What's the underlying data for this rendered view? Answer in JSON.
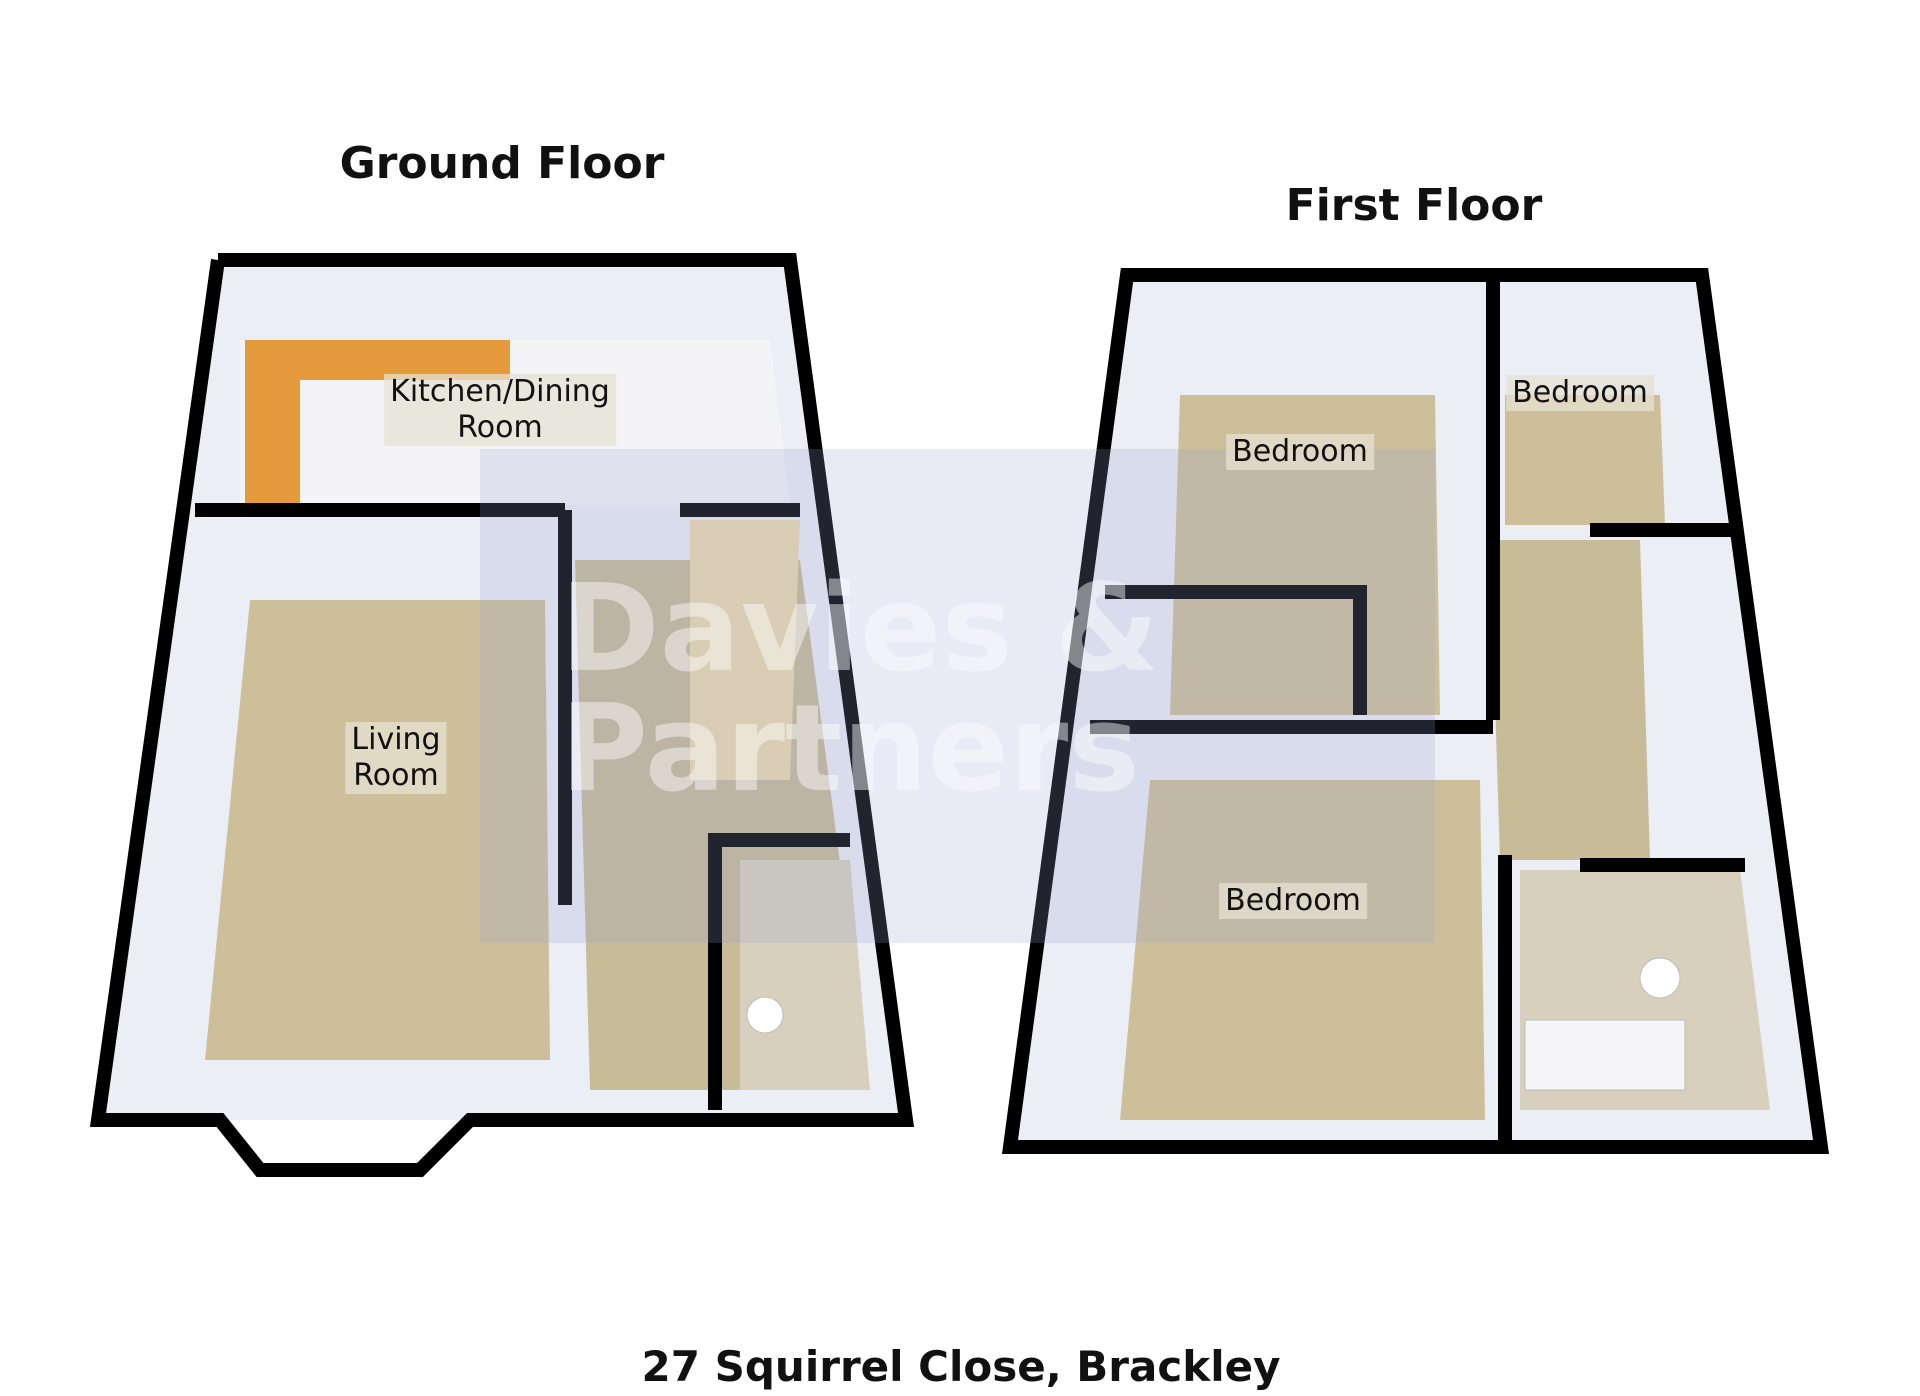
{
  "ground_floor": {
    "title": "Ground Floor",
    "rooms": [
      {
        "label_line1": "Kitchen/Dining",
        "label_line2": "Room"
      },
      {
        "label_line1": "Living",
        "label_line2": "Room"
      }
    ]
  },
  "first_floor": {
    "title": "First Floor",
    "rooms": [
      {
        "label": "Bedroom"
      },
      {
        "label": "Bedroom"
      },
      {
        "label": "Bedroom"
      }
    ]
  },
  "watermark": {
    "line1": "Davies &",
    "line2": "Partners"
  },
  "address": "27 Squirrel Close, Brackley",
  "colors": {
    "wall": "#000000",
    "carpet": "#cdbf9a",
    "kitchen_counter": "#e59a3c",
    "wall_face": "#eceef5",
    "watermark": "#98a0d2"
  }
}
